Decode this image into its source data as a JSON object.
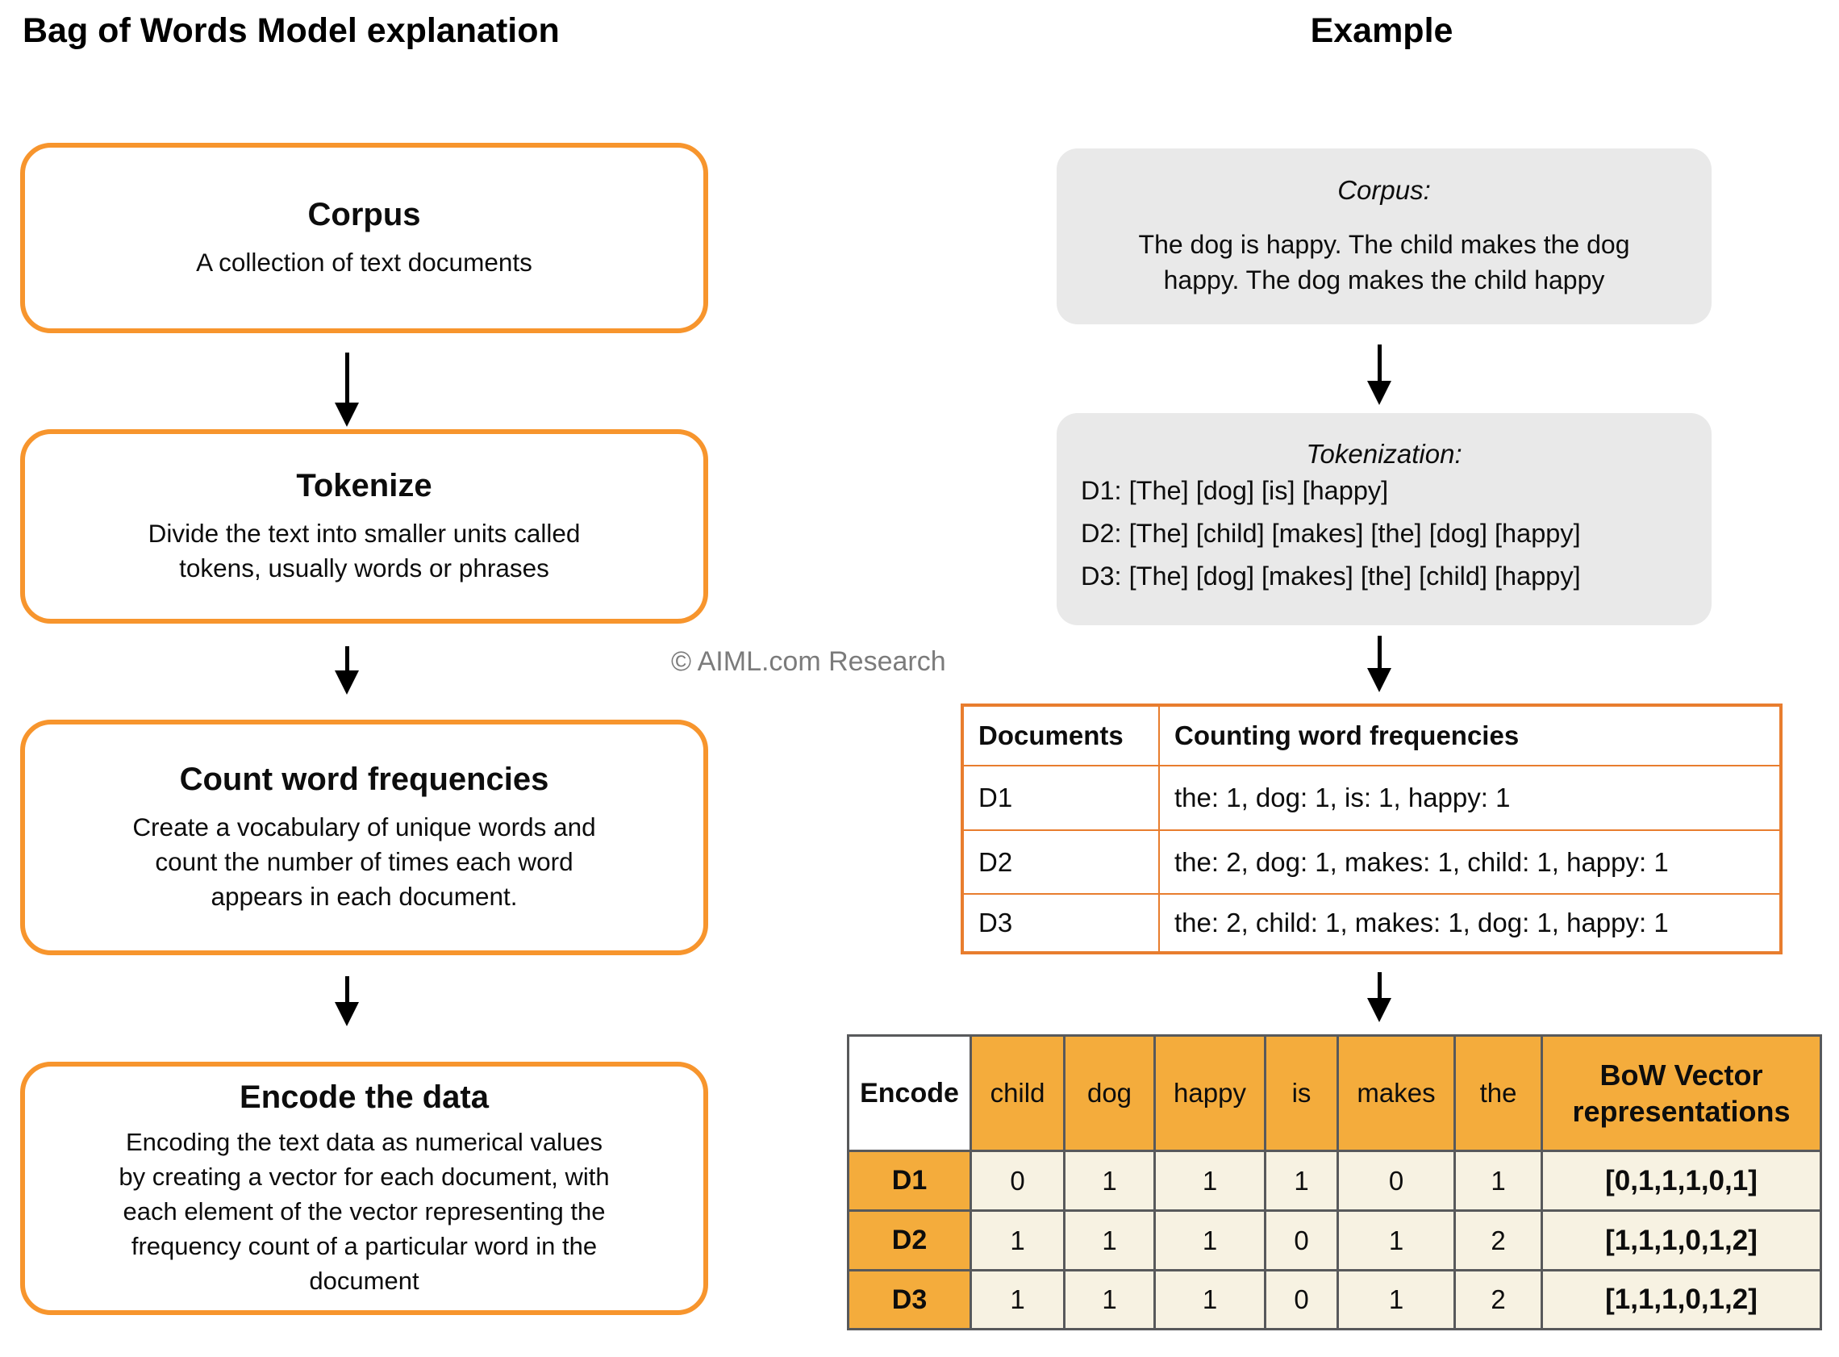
{
  "page": {
    "left_title": "Bag of Words Model explanation",
    "right_title": "Example",
    "watermark": "© AIML.com Research"
  },
  "colors": {
    "flow_box_border": "#F7952D",
    "freq_table_border": "#E87D2E",
    "encode_table_border": "#58595B",
    "encode_header_fill": "#F4AC3C",
    "encode_cell_fill": "#F7F2E2",
    "gray_box_fill": "#E9E9E9",
    "watermark_gray": "#7B7B7B"
  },
  "flow_boxes": [
    {
      "title": "Corpus",
      "body_lines": [
        "A collection of text documents"
      ]
    },
    {
      "title": "Tokenize",
      "body_lines": [
        "Divide the text into smaller units called",
        "tokens, usually words or phrases"
      ]
    },
    {
      "title": "Count word frequencies",
      "body_lines": [
        "Create a vocabulary of unique words and",
        "count the number of times each word",
        "appears in each document."
      ]
    },
    {
      "title": "Encode the data",
      "body_lines": [
        "Encoding the text data as numerical values",
        "by creating a vector for each document, with",
        "each element of the vector representing the",
        "frequency count of a particular word in the",
        "document"
      ]
    }
  ],
  "example": {
    "corpus_box": {
      "title": "Corpus:",
      "body_lines": [
        "The dog is happy. The child makes the dog",
        "happy. The dog makes the child happy"
      ]
    },
    "tokenization_box": {
      "title": "Tokenization:",
      "lines": [
        "D1: [The] [dog] [is] [happy]",
        "D2: [The] [child] [makes] [the] [dog] [happy]",
        "D3: [The] [dog] [makes] [the] [child] [happy]"
      ]
    },
    "frequency_table": {
      "headers": [
        "Documents",
        "Counting word frequencies"
      ],
      "rows": [
        {
          "doc": "D1",
          "counts": "the: 1, dog: 1, is: 1, happy: 1"
        },
        {
          "doc": "D2",
          "counts": "the: 2, dog: 1, makes: 1, child: 1, happy: 1"
        },
        {
          "doc": "D3",
          "counts": "the: 2, child: 1, makes: 1, dog: 1, happy: 1"
        }
      ]
    },
    "encode_table": {
      "corner_label": "Encode",
      "word_headers": [
        "child",
        "dog",
        "happy",
        "is",
        "makes",
        "the"
      ],
      "vector_header": "BoW Vector representations",
      "rows": [
        {
          "label": "D1",
          "counts": [
            "0",
            "1",
            "1",
            "1",
            "0",
            "1"
          ],
          "vector": "[0,1,1,1,0,1]"
        },
        {
          "label": "D2",
          "counts": [
            "1",
            "1",
            "1",
            "0",
            "1",
            "2"
          ],
          "vector": "[1,1,1,0,1,2]"
        },
        {
          "label": "D3",
          "counts": [
            "1",
            "1",
            "1",
            "0",
            "1",
            "2"
          ],
          "vector": "[1,1,1,0,1,2]"
        }
      ]
    }
  }
}
